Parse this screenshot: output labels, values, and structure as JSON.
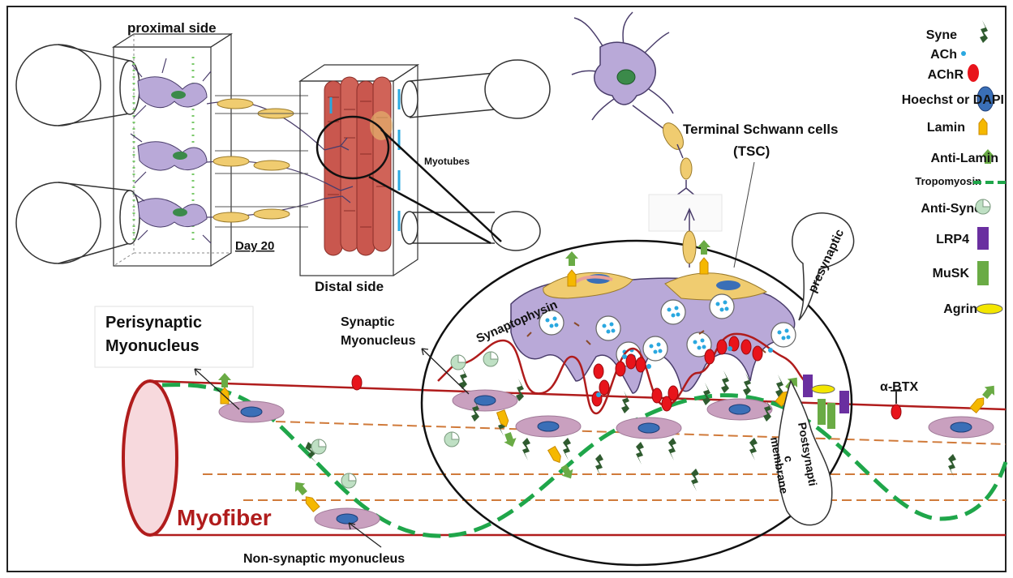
{
  "labels": {
    "proximal_side": "proximal side",
    "distal_side": "Distal side",
    "day": "Day 20",
    "myotubes": "Myotubes",
    "tsc_line1": "Terminal Schwann cells",
    "tsc_line2": "(TSC)",
    "presynaptic": "presynaptic",
    "synaptophysin": "Synaptophysin",
    "synaptic_line1": "Synaptic",
    "synaptic_line2": "Myonucleus",
    "perisynaptic_line1": "Perisynaptic",
    "perisynaptic_line2": "Myonucleus",
    "myofiber": "Myofiber",
    "non_synaptic": "Non-synaptic myonucleus",
    "alpha_btx": "α-BTX",
    "postsynaptic_line1": "Postsynapti",
    "postsynaptic_line2": "c",
    "postsynaptic_line3": "membrane"
  },
  "legend": [
    {
      "label": "Syne",
      "icon": "syne-icon"
    },
    {
      "label": "ACh",
      "icon": "ach-dot-icon"
    },
    {
      "label": "AChR",
      "icon": "achr-oval-icon"
    },
    {
      "label": "Hoechst or DAPI",
      "icon": "nucleus-oval-icon"
    },
    {
      "label": "Lamin",
      "icon": "lamin-arrow-icon"
    },
    {
      "label": "Anti-Lamin",
      "icon": "anti-lamin-icon"
    },
    {
      "label": "Tropomyosin",
      "icon": "dashed-line-icon"
    },
    {
      "label": "Anti-Syne",
      "icon": "anti-syne-icon"
    },
    {
      "label": "LRP4",
      "icon": "lrp4-bar-icon"
    },
    {
      "label": "MuSK",
      "icon": "musk-bar-icon"
    },
    {
      "label": "Agrin",
      "icon": "agrin-oval-icon"
    }
  ],
  "colors": {
    "neuron": "#b9a9d8",
    "nucleus": "#3a6fb7",
    "schwann": "#f0cc70",
    "muscle": "#c9574e",
    "fiber_line": "#b01c1c",
    "tropomyosin": "#1fa64a",
    "achr": "#e8141b",
    "ach": "#2aa8e0",
    "lamin": "#f5b800",
    "anti_lamin": "#5fa847",
    "syne": "#2f5b2f",
    "lrp4": "#6a2fa0",
    "musk": "#6aab45",
    "agrin": "#f3e600",
    "myonucleus": "#c9a0bf"
  }
}
